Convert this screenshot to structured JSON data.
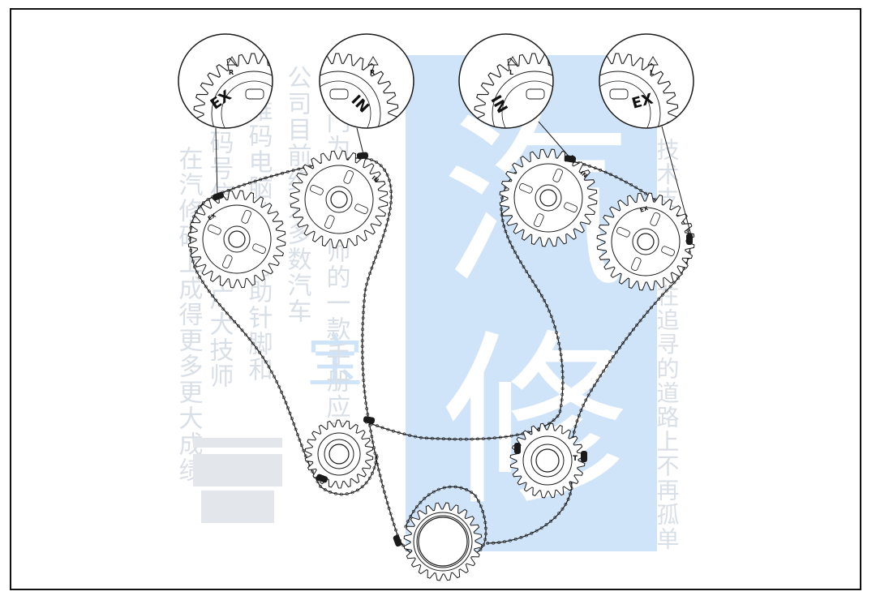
{
  "diagram": {
    "kind": "timing chain installation diagram",
    "detail_labels": [
      {
        "id": "detail-1",
        "marks": [
          "EX",
          "R"
        ]
      },
      {
        "id": "detail-2",
        "marks": [
          "IN",
          "R"
        ]
      },
      {
        "id": "detail-3",
        "marks": [
          "IN",
          "L"
        ]
      },
      {
        "id": "detail-4",
        "marks": [
          "EX",
          "L"
        ]
      }
    ],
    "sprocket_marks": {
      "left_exhaust": "EX",
      "left_intake": "IN",
      "right_intake": "IN",
      "right_exhaust": "EX",
      "balancer_mark": "T"
    }
  },
  "watermark": {
    "big_chars": [
      "汽",
      "修"
    ],
    "small_char": "宝",
    "left_column_text": "在汽修码上成得更多更大成绩",
    "col2_text": "码号信息帮助广大技师",
    "col3_text": "维码电脑结果时助针脚和",
    "col4_text": "公司目前绝大多数汽车",
    "col5_text": "是专门为广大技师的一款手册应用",
    "right_column_text": "技术支持帮你在追寻的道路上不再孤单"
  },
  "colors": {
    "line": "#1a1a1a",
    "watermark_blue": "#cfe4f8",
    "watermark_text": "#d9dfe6"
  }
}
